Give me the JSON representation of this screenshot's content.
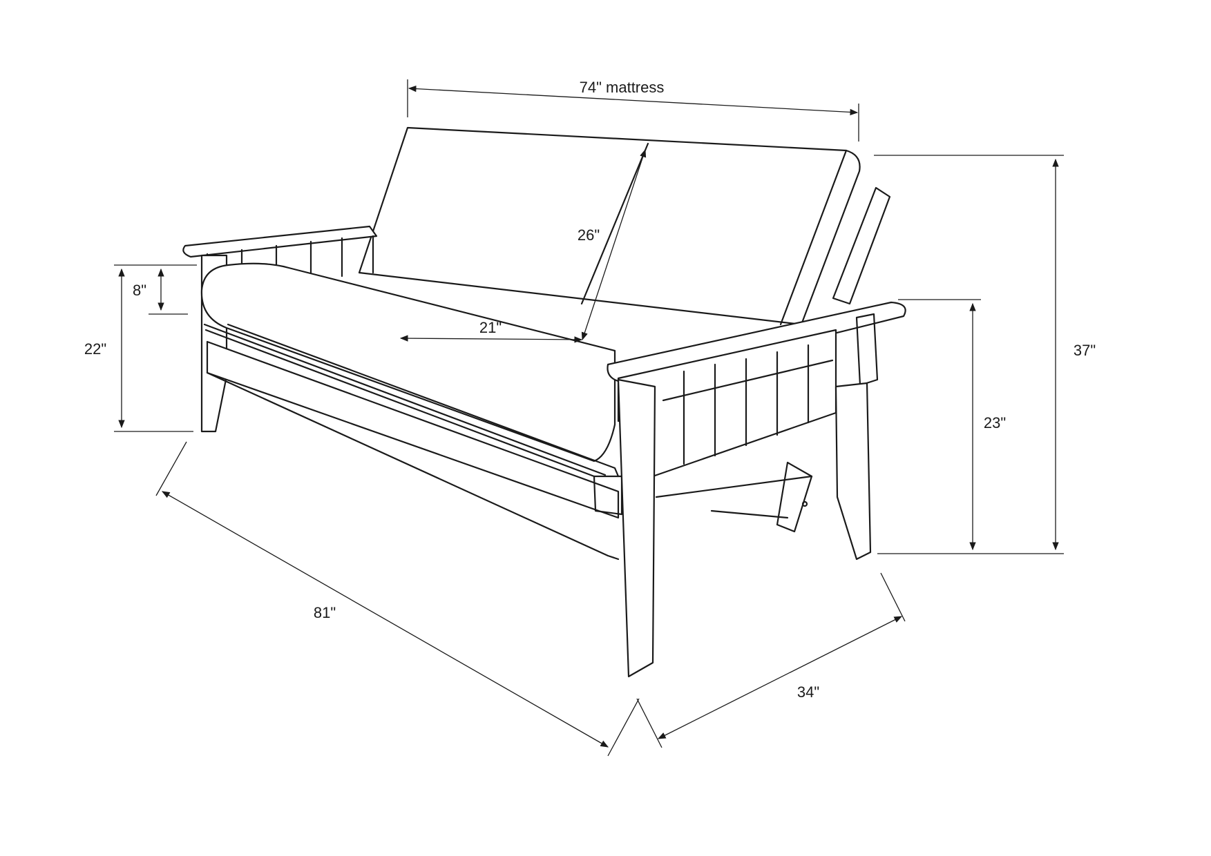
{
  "diagram": {
    "dimensions": {
      "mattress_width": "74\" mattress",
      "back_height": "26\"",
      "seat_depth": "21\"",
      "mattress_thickness": "8\"",
      "seat_height": "22\"",
      "arm_height": "23\"",
      "overall_height": "37\"",
      "overall_width": "81\"",
      "overall_depth": "34\""
    },
    "colors": {
      "ink": "#1a1a1a",
      "background": "#ffffff"
    }
  }
}
